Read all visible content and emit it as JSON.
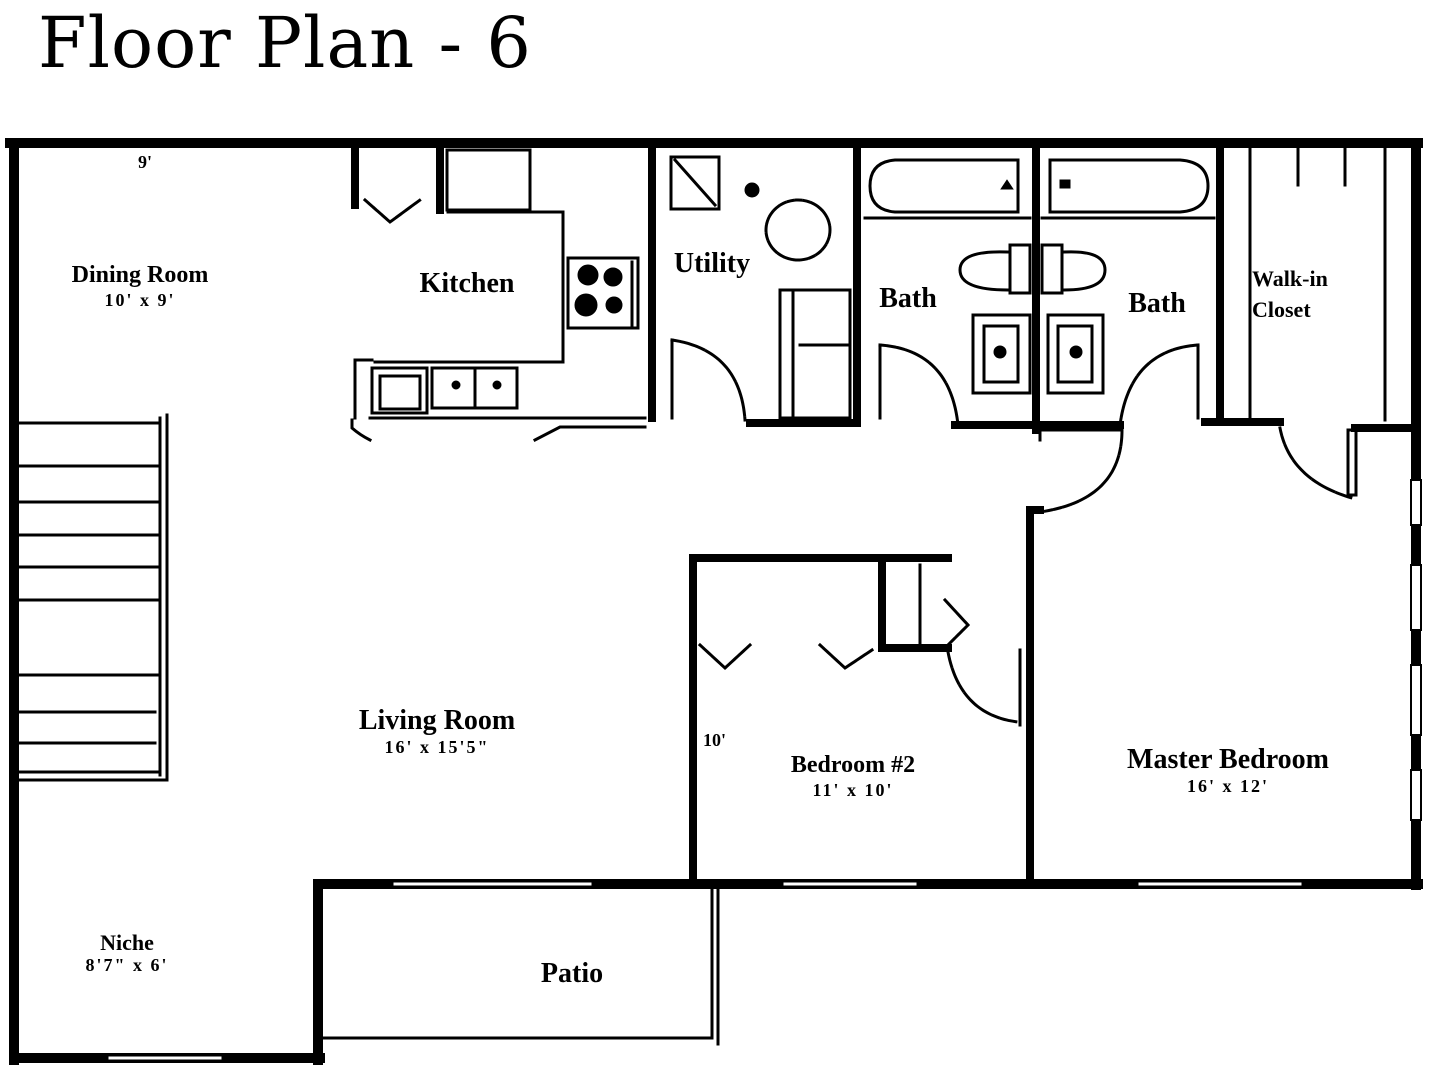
{
  "title": "Floor Plan - 6",
  "rooms": {
    "dining": {
      "name": "Dining Room",
      "dimensions": "10' x 9'"
    },
    "kitchen": {
      "name": "Kitchen"
    },
    "utility": {
      "name": "Utility"
    },
    "bath1": {
      "name": "Bath"
    },
    "bath2": {
      "name": "Bath"
    },
    "closet": {
      "name": "Walk-in Closet",
      "line1": "Walk-in",
      "line2": "Closet"
    },
    "living": {
      "name": "Living Room",
      "dimensions": "16' x 15'5\""
    },
    "bedroom2": {
      "name": "Bedroom #2",
      "dimensions": "11' x 10'"
    },
    "master": {
      "name": "Master Bedroom",
      "dimensions": "16' x 12'"
    },
    "niche": {
      "name": "Niche",
      "dimensions": "8'7\" x 6'"
    },
    "patio": {
      "name": "Patio"
    }
  },
  "marks": {
    "dining_ceiling": "9'",
    "bedroom2_ceiling": "10'"
  },
  "colors": {
    "wall": "#000000",
    "background": "#ffffff"
  }
}
